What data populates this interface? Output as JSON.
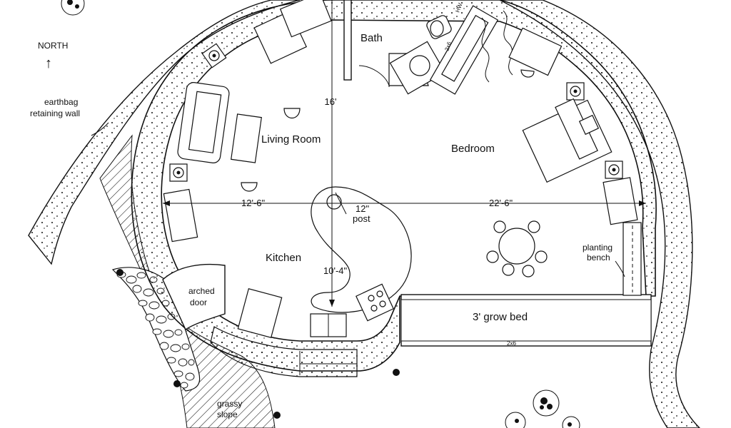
{
  "compass": {
    "label": "NORTH",
    "arrow": "↑"
  },
  "rooms": {
    "living": "Living  Room",
    "bath": "Bath",
    "bedroom": "Bedroom",
    "kitchen": "Kitchen"
  },
  "dimensions": {
    "vertical_top": "16'",
    "vertical_bottom": "10'-4\"",
    "horizontal_left": "12'-6\"",
    "horizontal_right": "22'-6\"",
    "post_size": "12\"",
    "post_label": "post"
  },
  "labels": {
    "retaining_wall_line1": "earthbag",
    "retaining_wall_line2": "retaining  wall",
    "planting_bench_line1": "planting",
    "planting_bench_line2": "bench",
    "arched_door_line1": "arched",
    "arched_door_line2": "door",
    "grow_bed": "3'  grow  bed",
    "grassy_slope_line1": "grassy",
    "grassy_slope_line2": "slope",
    "hw": "HW",
    "lumber_2x6": "2x6"
  }
}
